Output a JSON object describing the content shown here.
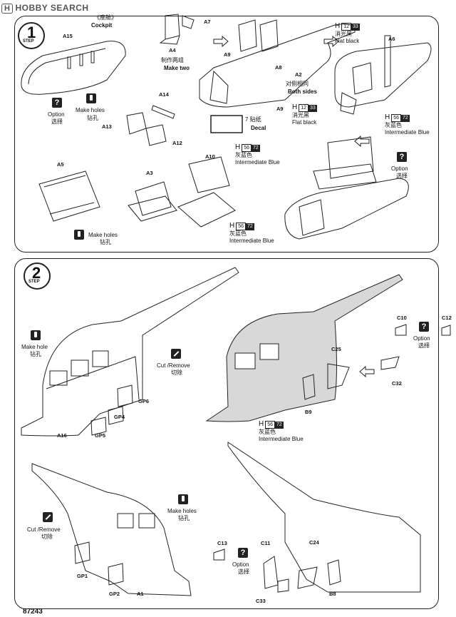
{
  "watermark": "HOBBY SEARCH",
  "watermark_logo": "H",
  "page_number": "87243",
  "step1": {
    "number": "1",
    "step_word": "STEP",
    "cockpit_zh": "《座舱》",
    "cockpit_en": "Cockpit",
    "make_two_zh": "制作两组",
    "make_two_en": "Make two",
    "both_sides_zh": "对侧相同",
    "both_sides_en": "Both sides",
    "decal_zh": "7 贴纸",
    "decal_en": "Decal",
    "option1": {
      "en": "Option",
      "zh": "选择"
    },
    "option2": {
      "en": "Option",
      "zh": "选择"
    },
    "holes1": {
      "en": "Make holes",
      "zh": "钻孔"
    },
    "holes2": {
      "en": "Make holes",
      "zh": "钻孔"
    },
    "paint_flat1": {
      "h": "H",
      "n1": "12",
      "n2": "33",
      "zh": "消光黑",
      "en": "Flat black"
    },
    "paint_flat2": {
      "h": "H",
      "n1": "12",
      "n2": "33",
      "zh": "消光黑",
      "en": "Flat black"
    },
    "paint_blue1": {
      "h": "H",
      "n1": "56",
      "n2": "72",
      "zh": "灰蓝色",
      "en": "Intermediate Blue"
    },
    "paint_blue2": {
      "h": "H",
      "n1": "56",
      "n2": "72",
      "zh": "灰蓝色",
      "en": "Intermediate Blue"
    },
    "paint_blue3": {
      "h": "H",
      "n1": "56",
      "n2": "72",
      "zh": "灰蓝色",
      "en": "Intermediate Blue"
    },
    "parts": [
      "A15",
      "A4",
      "A7",
      "A9",
      "A8",
      "A2",
      "A9",
      "A6",
      "A14",
      "A13",
      "A12",
      "A5",
      "A3",
      "A10"
    ]
  },
  "step2": {
    "number": "2",
    "step_word": "STEP",
    "make_hole": {
      "en": "Make hole",
      "zh": "钻孔"
    },
    "make_holes": {
      "en": "Make holes",
      "zh": "钻孔"
    },
    "cut1": {
      "en": "Cut /Remove",
      "zh": "切除"
    },
    "cut2": {
      "en": "Cut /Remove",
      "zh": "切除"
    },
    "option1": {
      "en": "Option",
      "zh": "选择"
    },
    "option2": {
      "en": "Option",
      "zh": "选择"
    },
    "paint_blue": {
      "h": "H",
      "n1": "56",
      "n2": "72",
      "zh": "灰蓝色",
      "en": "Intermediate Blue"
    },
    "parts": [
      "GP6",
      "GP4",
      "GP5",
      "A16",
      "C10",
      "C12",
      "C25",
      "C32",
      "B9",
      "GP1",
      "GP2",
      "A1",
      "C13",
      "C11",
      "C24",
      "C33",
      "B8"
    ]
  }
}
